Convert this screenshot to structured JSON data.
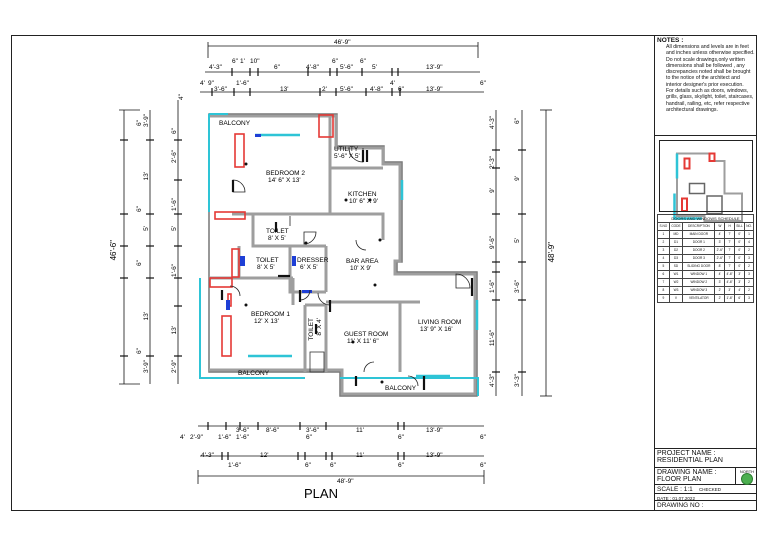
{
  "plan_title": "PLAN",
  "dimensions": {
    "overall_top": "46'-9\"",
    "overall_bottom": "48'-9\"",
    "left_total": "46'-6\"",
    "right_total": "48'-9\"",
    "top_row1": [
      "4'-3\"",
      "6\"",
      "1'",
      "10\"",
      "6\"",
      "4'-8\"",
      "6\"",
      "5'-6\"",
      "6\"",
      "5'",
      "13'-9\""
    ],
    "top_row2": [
      "4'",
      "9\"",
      "3'-6\"",
      "1'-6\"",
      "13'",
      "2'",
      "5'-6\"",
      "4'-8\"",
      "4'",
      "6\"",
      "13'-9\"",
      "6\""
    ],
    "bottom_row1": [
      "4'",
      "2'-9\"",
      "1'-6\"",
      "1'-6\"",
      "3'-6\"",
      "8'-6\"",
      "3'-6\"",
      "6\"",
      "11'",
      "6\"",
      "13'-9\"",
      "6\""
    ],
    "bottom_row2": [
      "4'-3\"",
      "1'-6\"",
      "12'",
      "6\"",
      "6\"",
      "11'",
      "6\"",
      "13'-9\"",
      "6\""
    ],
    "left_col1": [
      "6\"",
      "3'-9\"",
      "6\"",
      "13'",
      "6\"",
      "5'",
      "6\"",
      "13'",
      "6\"",
      "3'-9\"",
      "6\""
    ],
    "left_col2": [
      "4\"",
      "6\"",
      "2'-6\"",
      "1'-6\"",
      "5'",
      "6\"",
      "1'-6\"",
      "6\"",
      "13'",
      "6\"",
      "2'-9\"",
      "6\""
    ],
    "right_col1": [
      "4'-3\"",
      "6\"",
      "2'-3\"",
      "6\"",
      "9'",
      "6\"",
      "9'-6\"",
      "6\"",
      "1'-6\"",
      "6\"",
      "11'-6\"",
      "6\"",
      "4'-3\""
    ],
    "right_col2": [
      "6\"",
      "5'",
      "6\"",
      "9'",
      "6\"",
      "5'",
      "6\"",
      "3'-6\"",
      "6\"",
      "1'-6\"",
      "6\"",
      "3'-3\""
    ]
  },
  "rooms": [
    {
      "name": "BALCONY",
      "size": ""
    },
    {
      "name": "UTILITY",
      "size": "5'-6\" X 5'"
    },
    {
      "name": "BEDROOM 2",
      "size": "14' 6\" X 13'"
    },
    {
      "name": "KITCHEN",
      "size": "10' 6\" X 9'"
    },
    {
      "name": "TOILET",
      "size": "8' X 5'"
    },
    {
      "name": "TOILET",
      "size": "8' X 5'"
    },
    {
      "name": "DRESSER",
      "size": "6' X 5'"
    },
    {
      "name": "BAR AREA",
      "size": "10' X 9'"
    },
    {
      "name": "BEDROOM 1",
      "size": "12' X 13'"
    },
    {
      "name": "TOILET",
      "size": "8' X 4'"
    },
    {
      "name": "GUEST ROOM",
      "size": "11' X 11' 6\""
    },
    {
      "name": "LIVING ROOM",
      "size": "13' 9\" X 16'"
    },
    {
      "name": "BALCONY",
      "size": ""
    },
    {
      "name": "BALCONY",
      "size": ""
    }
  ],
  "titleblock": {
    "notes_title": "NOTES :",
    "notes_items": [
      "All dimensions and levels are in feet and inches unless otherwise specified.",
      "Do not scale drawings,only written dimensions shall be followed , any discrepancies noted shall be brought to the notice of the architect and interior designer's prior execution.",
      "For details such as doors, windows, grills, glass, skylight, toilet, staircases, handrail, railing, etc, refer respective architectural drawings."
    ],
    "schedule_caption": "DOORS AND WINDOWS SCHEDULE",
    "schedule_header": [
      "S.NO",
      "CODE",
      "DESCRIPTION",
      "W",
      "H",
      "SILL",
      "NO."
    ],
    "schedule_rows": [
      [
        "1",
        "MD",
        "MAIN DOOR",
        "4'",
        "7'",
        "0'",
        "1"
      ],
      [
        "2",
        "D1",
        "DOOR 1",
        "3'",
        "7'",
        "0'",
        "4"
      ],
      [
        "3",
        "D2",
        "DOOR 2",
        "2'-6\"",
        "7'",
        "0'",
        "2"
      ],
      [
        "4",
        "D3",
        "DOOR 3",
        "2'-6\"",
        "7'",
        "0'",
        "3"
      ],
      [
        "5",
        "SD",
        "SLIDING DOOR",
        "8'",
        "7'",
        "0'",
        "2"
      ],
      [
        "6",
        "W1",
        "WINDOW 1",
        "4'",
        "4'-6\"",
        "3'",
        "3"
      ],
      [
        "7",
        "W2",
        "WINDOW 2",
        "3'",
        "4'-6\"",
        "3'",
        "2"
      ],
      [
        "8",
        "W3",
        "WINDOW 3",
        "2'",
        "3'",
        "4'",
        "2"
      ],
      [
        "9",
        "V",
        "VENTILATOR",
        "2'",
        "1'-6\"",
        "6'",
        "3"
      ]
    ],
    "project_label": "PROJECT NAME :",
    "project_value": "RESIDENTIAL PLAN",
    "drawing_label": "DRAWING NAME :",
    "drawing_value": "FLOOR PLAN",
    "north_label": "NORTH",
    "scale_label": "SCALE : 1:1",
    "checked_label": "CHECKED",
    "date_label": "DATE : 01.07.2022",
    "drawing_no_label": "DRAWING NO :"
  },
  "colors": {
    "wall": "#9e9e9e",
    "window": "#2ec4d6",
    "door_frame": "#e53935",
    "blue": "#1e3fd6",
    "north": "#4caf50"
  }
}
